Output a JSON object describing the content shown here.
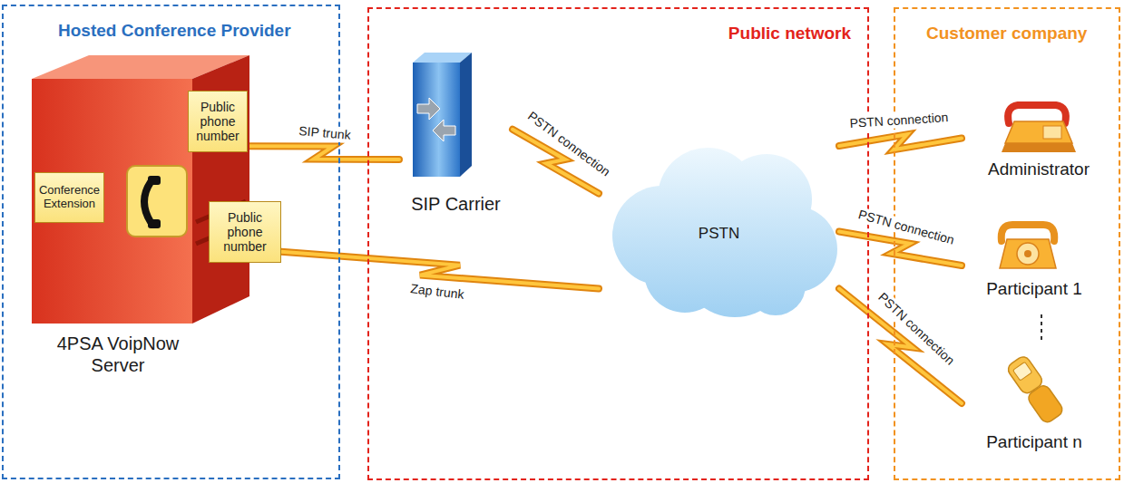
{
  "diagram": {
    "nodes": [
      {
        "text": [
          "Hosted Conference Provider"
        ]
      },
      {
        "text": [
          "Public network"
        ]
      },
      {
        "text": [
          "Customer company"
        ]
      },
      {
        "text": [
          "4PSA VoipNow Server"
        ],
        "in": 0
      },
      {
        "text": [
          "Conference Extension"
        ],
        "in": 3
      },
      {
        "text": [
          "Public phone number"
        ],
        "in": 3
      },
      {
        "text": [
          "Public phone number"
        ],
        "in": 3
      },
      {
        "text": [
          "SIP Carrier"
        ],
        "in": 1
      },
      {
        "text": [
          "PSTN"
        ],
        "in": 1
      },
      {
        "text": [
          "Administrator"
        ],
        "in": 2
      },
      {
        "text": [
          "Participant 1"
        ],
        "in": 2
      },
      {
        "text": [
          "Participant n"
        ],
        "in": 2
      }
    ],
    "edges": [
      {
        "from": 5,
        "to": 7,
        "arrow": "none",
        "label": "SIP trunk"
      },
      {
        "from": 7,
        "to": 8,
        "arrow": "none",
        "label": "PSTN connection"
      },
      {
        "from": 6,
        "to": 8,
        "arrow": "none",
        "label": "Zap trunk"
      },
      {
        "from": 8,
        "to": 9,
        "arrow": "none",
        "label": "PSTN connection"
      },
      {
        "from": 8,
        "to": 10,
        "arrow": "none",
        "label": "PSTN connection"
      },
      {
        "from": 8,
        "to": 11,
        "arrow": "none",
        "label": "PSTN connection"
      }
    ]
  }
}
